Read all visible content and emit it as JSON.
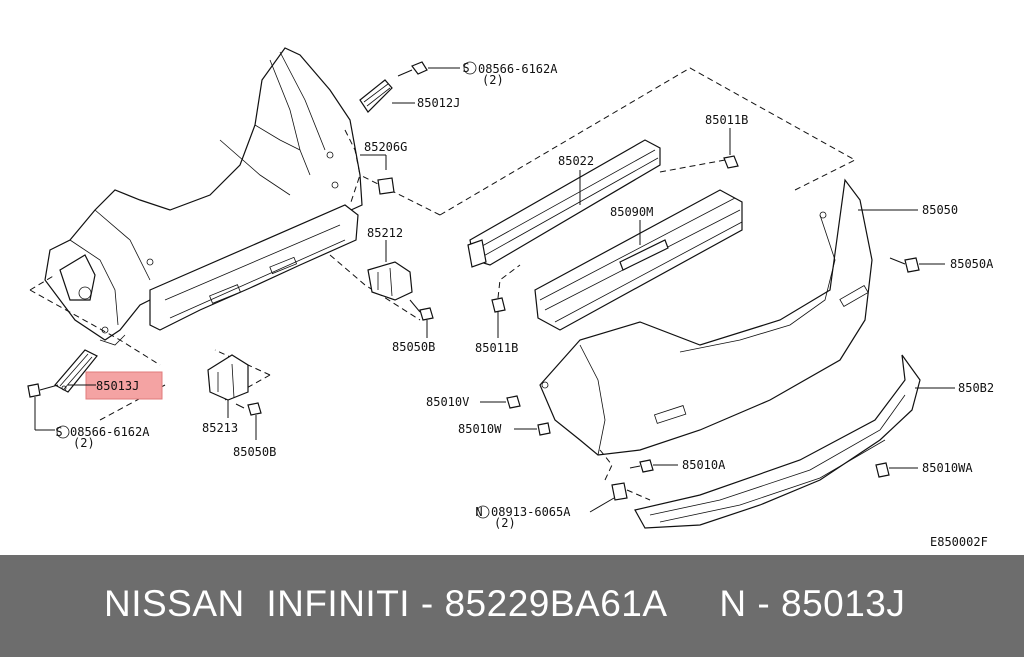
{
  "diagram": {
    "labels": {
      "clip_top_code": "08566-6162A",
      "clip_top_qty": "(2)",
      "p85012J": "85012J",
      "p85206G": "85206G",
      "p85212": "85212",
      "p85050B_right": "85050B",
      "p85022": "85022",
      "p85011B_top": "85011B",
      "p85090M": "85090M",
      "p85011B_bottom": "85011B",
      "p85050": "85050",
      "p85050A": "85050A",
      "p85013J": "85013J",
      "clip_left_code": "08566-6162A",
      "clip_left_qty": "(2)",
      "p85213": "85213",
      "p85050B_left": "85050B",
      "p85010V": "85010V",
      "p85010W": "85010W",
      "p85010A": "85010A",
      "p850B2": "850B2",
      "p85010WA": "85010WA",
      "nut_code": "08913-6065A",
      "nut_qty": "(2)",
      "diagram_id": "E850002F",
      "s_symbol": "S",
      "n_symbol": "N"
    },
    "highlight_color": "#f4a3a3"
  },
  "banner": {
    "text": "NISSAN  INFINITI - 85229BA61A     N - 85013J",
    "background": "#6d6d6d",
    "color": "#ffffff"
  }
}
